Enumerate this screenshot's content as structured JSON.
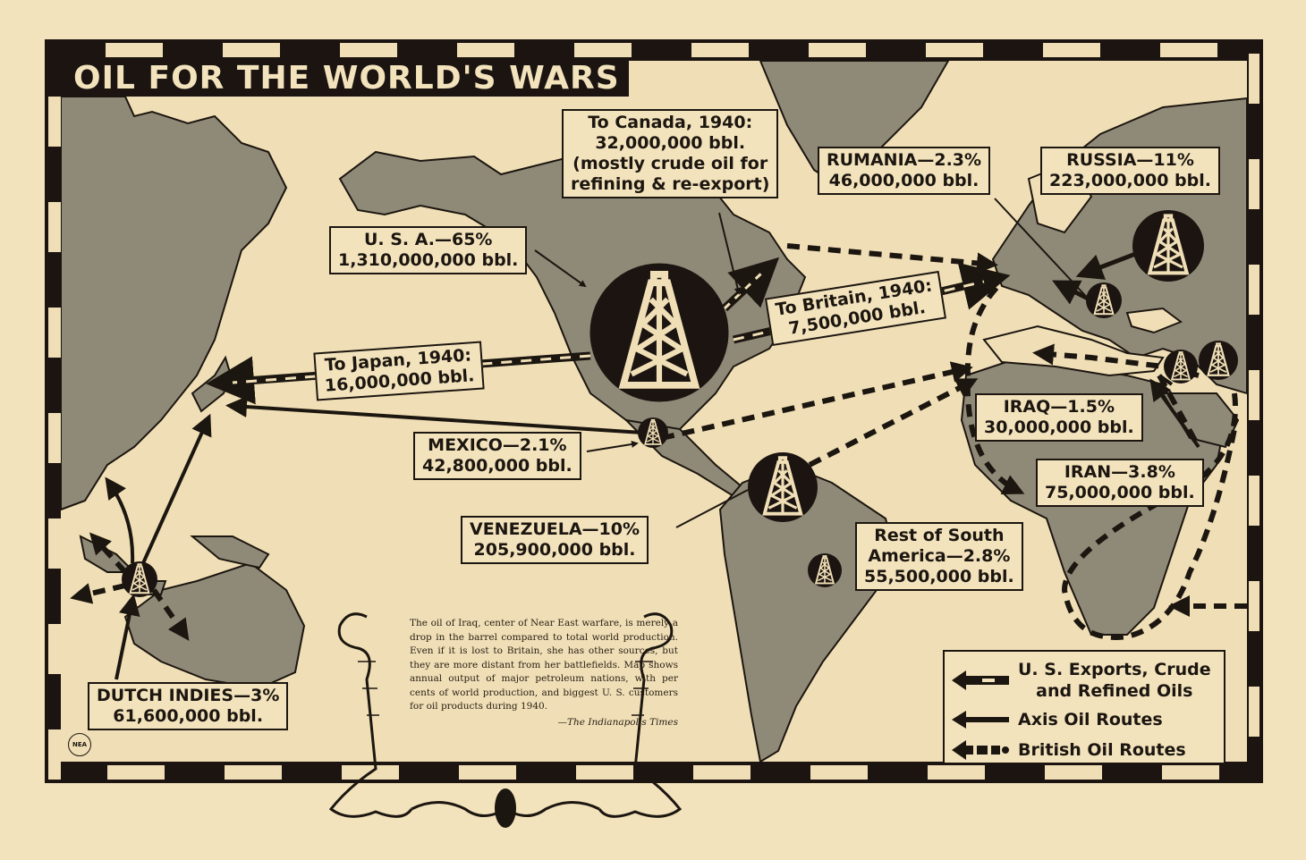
{
  "title": "OIL FOR THE WORLD'S WARS",
  "colors": {
    "paper": "#f3e3bd",
    "ink": "#1c1610",
    "land": "#8f8a78",
    "ocean": "#f0dfb6"
  },
  "labels": {
    "canada": {
      "line1": "To Canada, 1940:",
      "line2": "32,000,000 bbl.",
      "line3": "(mostly crude oil for",
      "line4": "refining & re-export)"
    },
    "usa": {
      "line1": "U. S. A.—65%",
      "line2": "1,310,000,000 bbl."
    },
    "rumania": {
      "line1": "RUMANIA—2.3%",
      "line2": "46,000,000 bbl."
    },
    "russia": {
      "line1": "RUSSIA—11%",
      "line2": "223,000,000 bbl."
    },
    "britain": {
      "line1": "To Britain, 1940:",
      "line2": "7,500,000 bbl."
    },
    "japan": {
      "line1": "To Japan, 1940:",
      "line2": "16,000,000 bbl."
    },
    "iraq": {
      "line1": "IRAQ—1.5%",
      "line2": "30,000,000 bbl."
    },
    "mexico": {
      "line1": "MEXICO—2.1%",
      "line2": "42,800,000 bbl."
    },
    "iran": {
      "line1": "IRAN—3.8%",
      "line2": "75,000,000 bbl."
    },
    "venezuela": {
      "line1": "VENEZUELA—10%",
      "line2": "205,900,000 bbl."
    },
    "rest_south_america": {
      "line1": "Rest of South",
      "line2": "America—2.8%",
      "line3": "55,500,000 bbl."
    },
    "dutch_indies": {
      "line1": "DUTCH INDIES—3%",
      "line2": "61,600,000 bbl."
    }
  },
  "note": {
    "text": "The oil of Iraq, center of Near East warfare, is merely a drop in the barrel compared to total world production. Even if it is lost to Britain, she has other sources, but they are more distant from her battlefields. Map shows annual output of major petroleum nations, with per cents of world production, and biggest U. S. customers for oil products during 1940.",
    "credit": "—The Indianapolis Times"
  },
  "legend": {
    "us_exports": "U. S. Exports, Crude and Refined Oils",
    "us_exports_line1": "U. S. Exports, Crude",
    "us_exports_line2": "and Refined Oils",
    "axis_routes": "Axis Oil Routes",
    "british_routes": "British Oil Routes"
  },
  "logo": "NEA",
  "producers": [
    {
      "name": "U. S. A.",
      "percent": 65,
      "bbl": "1,310,000,000"
    },
    {
      "name": "Russia",
      "percent": 11,
      "bbl": "223,000,000"
    },
    {
      "name": "Venezuela",
      "percent": 10,
      "bbl": "205,900,000"
    },
    {
      "name": "Iran",
      "percent": 3.8,
      "bbl": "75,000,000"
    },
    {
      "name": "Dutch Indies",
      "percent": 3,
      "bbl": "61,600,000"
    },
    {
      "name": "Rest of South America",
      "percent": 2.8,
      "bbl": "55,500,000"
    },
    {
      "name": "Rumania",
      "percent": 2.3,
      "bbl": "46,000,000"
    },
    {
      "name": "Mexico",
      "percent": 2.1,
      "bbl": "42,800,000"
    },
    {
      "name": "Iraq",
      "percent": 1.5,
      "bbl": "30,000,000"
    }
  ],
  "us_exports_1940": [
    {
      "to": "Canada",
      "bbl": "32,000,000"
    },
    {
      "to": "Japan",
      "bbl": "16,000,000"
    },
    {
      "to": "Britain",
      "bbl": "7,500,000"
    }
  ]
}
